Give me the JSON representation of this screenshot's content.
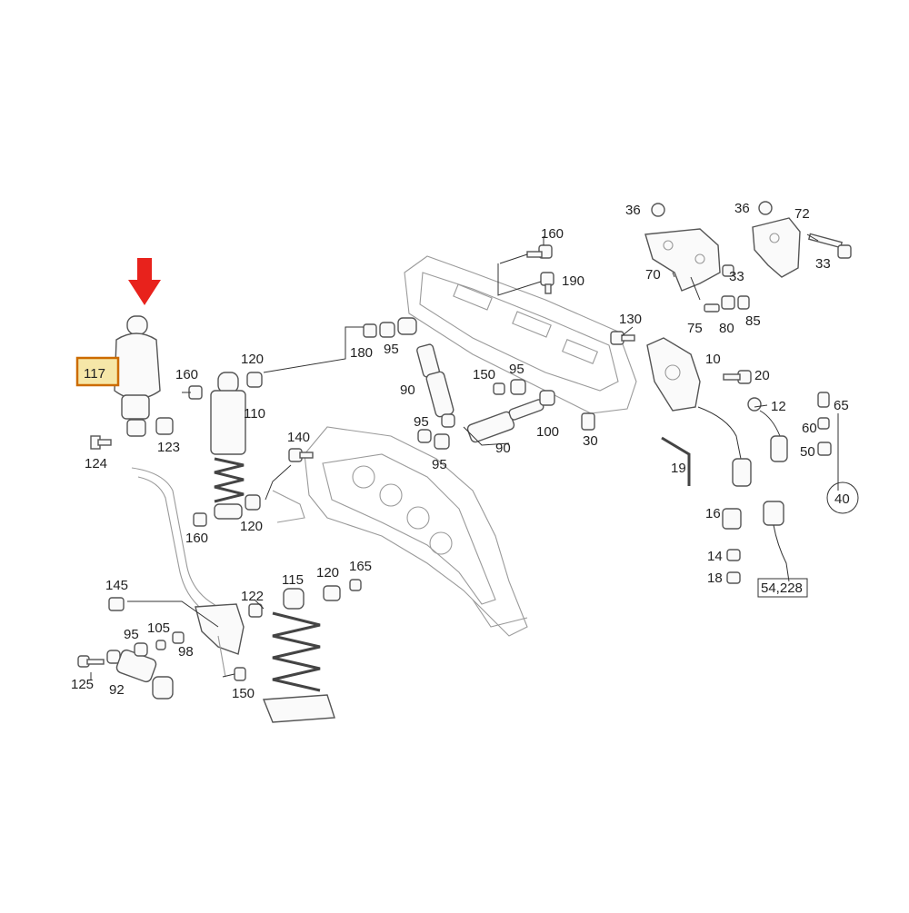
{
  "diagram": {
    "highlight": {
      "label": "117",
      "color": "#cc6b00",
      "fill": "#f6e7a8"
    },
    "arrow_color": "#e8221c",
    "labels": {
      "l160a": "160",
      "l190": "190",
      "l36a": "36",
      "l36b": "36",
      "l72": "72",
      "l70": "70",
      "l33a": "33",
      "l33b": "33",
      "l75": "75",
      "l80": "80",
      "l85": "85",
      "l130": "130",
      "l10": "10",
      "l20": "20",
      "l12": "12",
      "l65": "65",
      "l60": "60",
      "l50": "50",
      "l40": "40",
      "l19": "19",
      "l16": "16",
      "l14": "14",
      "l18": "18",
      "l54228": "54,228",
      "l120a": "120",
      "l180": "180",
      "l95a": "95",
      "l160b": "160",
      "l110": "110",
      "l90a": "90",
      "l150a": "150",
      "l95b": "95",
      "l95c": "95",
      "l95d": "95",
      "l100": "100",
      "l90b": "90",
      "l30": "30",
      "l140": "140",
      "l123": "123",
      "l124": "124",
      "l120b": "120",
      "l160c": "160",
      "l145": "145",
      "l122": "122",
      "l115": "115",
      "l120c": "120",
      "l165": "165",
      "l95e": "95",
      "l105": "105",
      "l98": "98",
      "l125": "125",
      "l92": "92",
      "l150b": "150"
    }
  }
}
